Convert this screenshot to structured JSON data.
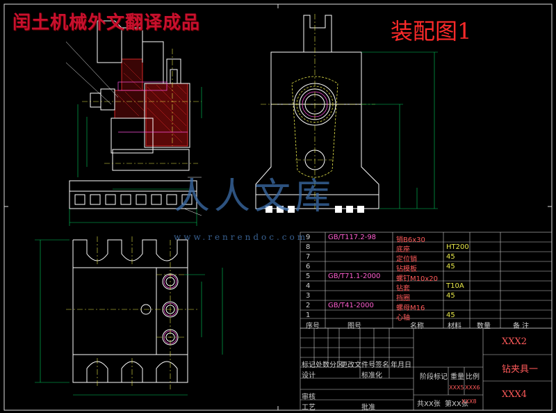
{
  "watermark_text": "闰土机械外文翻译成品",
  "drawing_title": "装配图1",
  "logo_text": "人人文库",
  "logo_url": "www.renrendoc.com",
  "parts_list": [
    {
      "no": "9",
      "code": "GB/T117.2-98",
      "name": "销B6x30",
      "material": ""
    },
    {
      "no": "8",
      "code": "",
      "name": "底座",
      "material": "HT200"
    },
    {
      "no": "7",
      "code": "",
      "name": "定位销",
      "material": "45"
    },
    {
      "no": "6",
      "code": "",
      "name": "钻模板",
      "material": "45"
    },
    {
      "no": "5",
      "code": "GB/T71.1-2000",
      "name": "螺钉M10x20",
      "material": ""
    },
    {
      "no": "4",
      "code": "",
      "name": "钻套",
      "material": "T10A"
    },
    {
      "no": "3",
      "code": "",
      "name": "挡圈",
      "material": "45"
    },
    {
      "no": "2",
      "code": "GB/T41-2000",
      "name": "螺母M16",
      "material": ""
    },
    {
      "no": "1",
      "code": "",
      "name": "心轴",
      "material": "45"
    }
  ],
  "parts_header": {
    "no": "序号",
    "code": "图号",
    "name": "名称",
    "material": "材料",
    "qty": "数量",
    "remark": "备 注"
  },
  "title_block": {
    "mark": "标记",
    "count": "处数",
    "zone": "分区",
    "change_doc": "更改文件号",
    "sign": "签名",
    "date": "年月日",
    "design": "设计",
    "standard": "标准化",
    "stage_mark": "阶段标记",
    "weight": "重量",
    "scale": "比例",
    "weight_val": "XXX5",
    "scale_val": "XXX6",
    "review": "审核",
    "process": "工艺",
    "approve": "批准",
    "sheets": "共XX张",
    "sheet_no": "第XX张",
    "sheet_val": "XXX8",
    "field_top": "XXX2",
    "field_name": "钻夹具一",
    "field_bottom": "XXX4"
  },
  "colors": {
    "outline": "#ffffff",
    "hatch": "#ff3030",
    "center": "#e8e84a",
    "dim": "#00d060",
    "section": "#ff50e0"
  }
}
